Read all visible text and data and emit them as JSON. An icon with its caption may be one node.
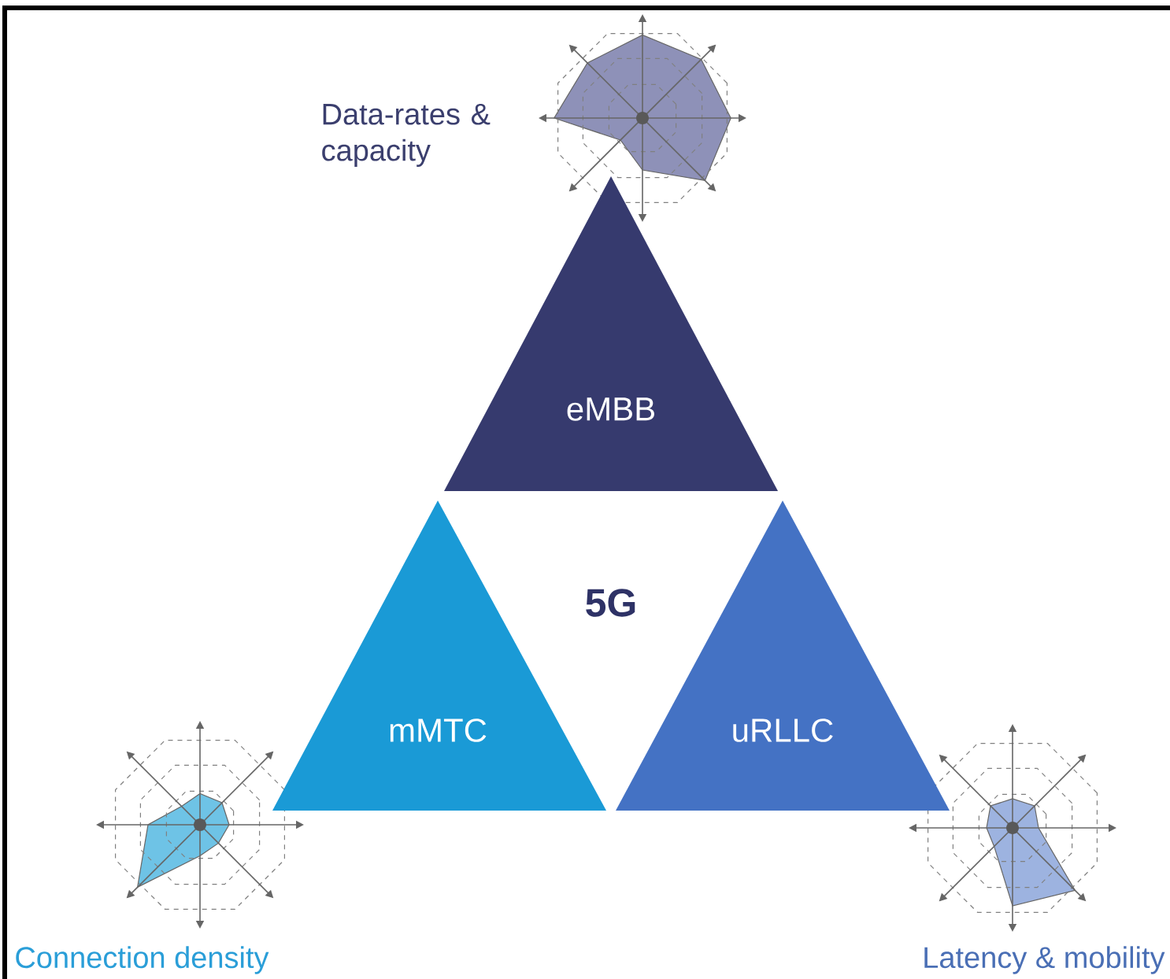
{
  "diagram": {
    "nodes": [
      {
        "text": [
          "eMBB"
        ]
      },
      {
        "text": [
          "mMTC"
        ]
      },
      {
        "text": [
          "uRLLC"
        ]
      }
    ],
    "labels": [
      "Data-rates & capacity",
      "5G",
      "Connection density",
      "Latency & mobility"
    ]
  }
}
